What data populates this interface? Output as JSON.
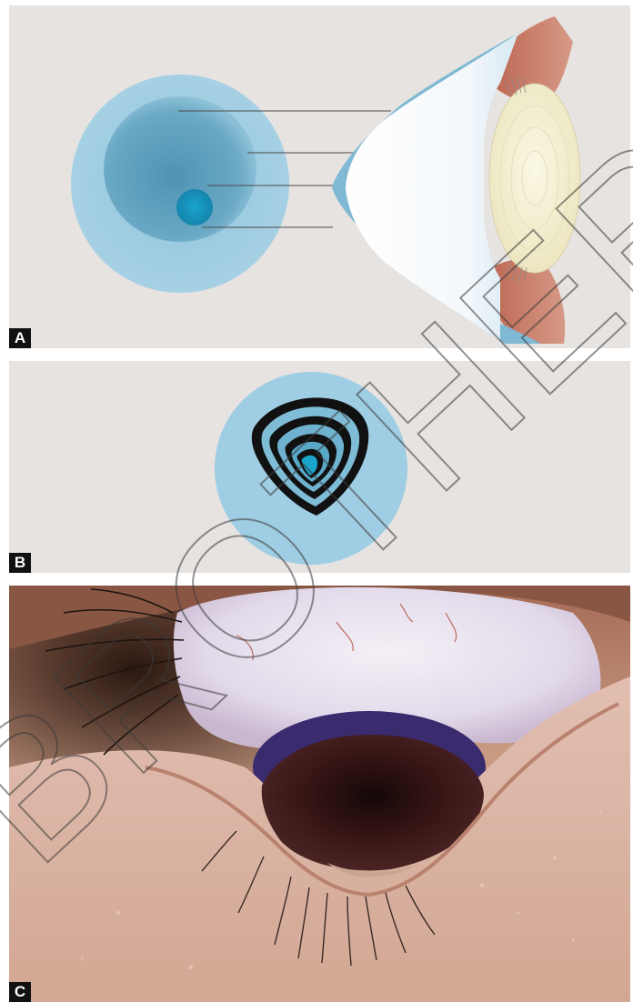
{
  "panels": {
    "a": {
      "label": "A"
    },
    "b": {
      "label": "B"
    },
    "c": {
      "label": "C"
    }
  },
  "watermark": {
    "text": "BROTHERS"
  },
  "colors": {
    "panel_background": "#e7e3e1",
    "cornea_light": "#9fcde3",
    "cornea_mid": "#5fa2c0",
    "cone_apex": "#1b9bc4",
    "topography_rings": "#111111",
    "lid_tissue": "#c97a64",
    "lens": "#f3efd6"
  }
}
